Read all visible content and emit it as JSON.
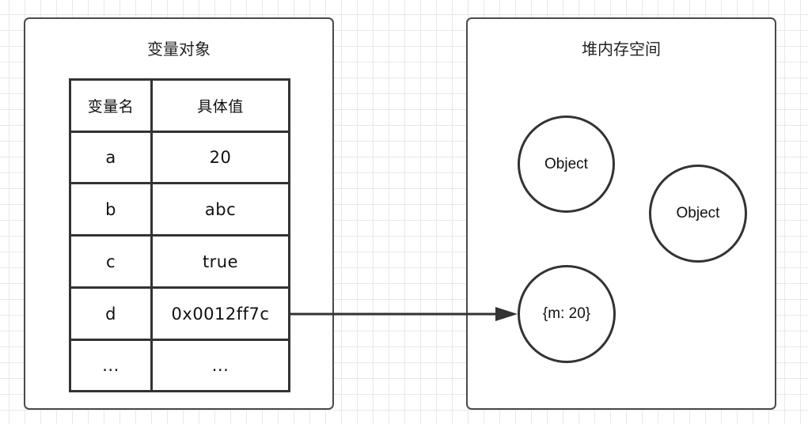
{
  "variable_object": {
    "title": "变量对象",
    "header": {
      "name": "变量名",
      "value": "具体值"
    },
    "rows": [
      {
        "name": "a",
        "value": "20"
      },
      {
        "name": "b",
        "value": "abc"
      },
      {
        "name": "c",
        "value": "true"
      },
      {
        "name": "d",
        "value": "0x0012ff7c"
      },
      {
        "name": "...",
        "value": "..."
      }
    ]
  },
  "heap": {
    "title": "堆内存空间",
    "objects": [
      {
        "label": "Object"
      },
      {
        "label": "Object"
      },
      {
        "label": "{m: 20}"
      }
    ]
  },
  "colors": {
    "stroke": "#333333",
    "grid": "#e8e8e8",
    "background": "#ffffff"
  }
}
